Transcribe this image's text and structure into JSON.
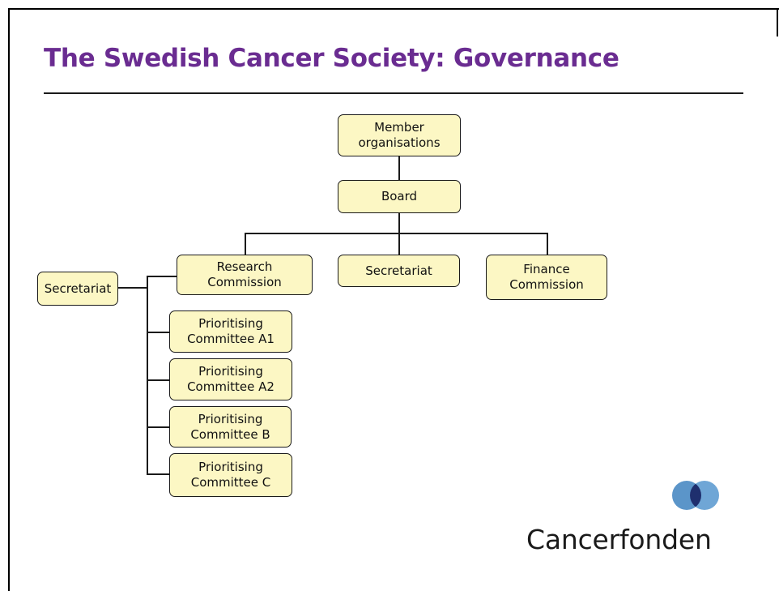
{
  "slide": {
    "title": "The Swedish Cancer Society: Governance"
  },
  "org_chart": {
    "member_organisations": "Member organisations",
    "board": "Board",
    "research_commission": "Research Commission",
    "secretariat_center": "Secretariat",
    "finance_commission": "Finance Commission",
    "secretariat_left": "Secretariat",
    "committees": [
      "Prioritising Committee A1",
      "Prioritising Committee A2",
      "Prioritising Committee B",
      "Prioritising Committee C"
    ]
  },
  "logo": {
    "name": "Cancerfonden",
    "colors": {
      "left_circle": "#5b95c9",
      "right_circle": "#6fa6d6",
      "overlap": "#1f2f6e"
    }
  },
  "colors": {
    "title": "#6a2c91",
    "box_fill": "#fcf7c4",
    "lines": "#1a1a1a"
  }
}
